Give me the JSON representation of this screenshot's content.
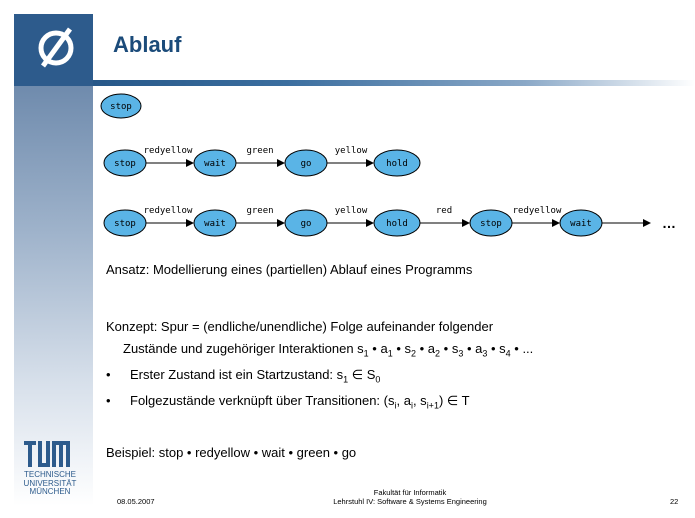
{
  "header": {
    "title": "Ablauf"
  },
  "diagram": {
    "row1": [
      {
        "label": "stop"
      }
    ],
    "row2": {
      "states": [
        "stop",
        "wait",
        "go",
        "hold"
      ],
      "edges": [
        "redyellow",
        "green",
        "yellow"
      ]
    },
    "row3": {
      "states": [
        "stop",
        "wait",
        "go",
        "hold",
        "stop",
        "wait"
      ],
      "edges": [
        "redyellow",
        "green",
        "yellow",
        "red",
        "redyellow"
      ],
      "ellipsis": "…"
    }
  },
  "text": {
    "ansatz": "Ansatz: Modellierung eines (partiellen) Ablauf eines Programms",
    "konzept_line1": "Konzept: Spur = (endliche/unendliche) Folge aufeinander folgender",
    "konzept_line2_prefix": "Zustände und zugehöriger Interaktionen s",
    "bullet1_prefix": "Erster Zustand ist ein Startzustand: s",
    "bullet2_prefix": "Folgezustände verknüpft über Transitionen: (s",
    "beispiel": "Beispiel: stop • redyellow • wait • green • go"
  },
  "footer": {
    "date": "08.05.2007",
    "faculty": "Fakultät für Informatik",
    "chair": "Lehrstuhl IV: Software & Systems Engineering",
    "page": "22",
    "university_line1": "TECHNISCHE",
    "university_line2": "UNIVERSITÄT",
    "university_line3": "MÜNCHEN"
  },
  "colors": {
    "state_fill": "#5ab4e6",
    "title": "#1b4b7a",
    "brand": "#2d5b8c"
  }
}
